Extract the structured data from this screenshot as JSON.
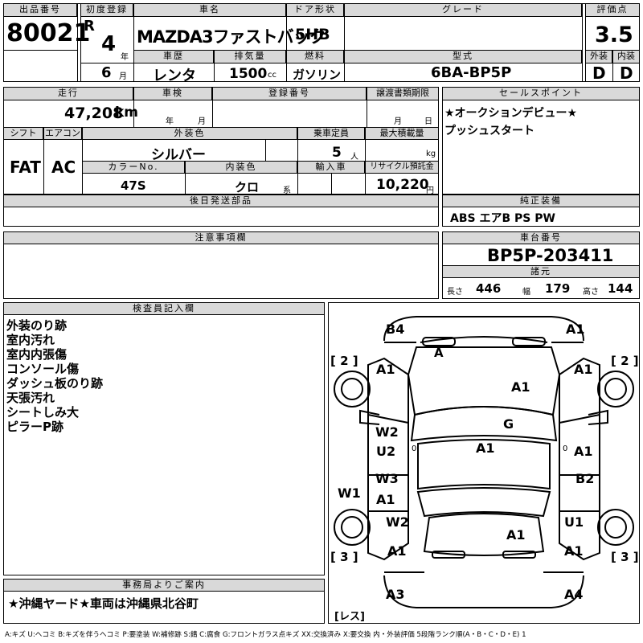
{
  "headers": {
    "lot_no": "出品番号",
    "first_reg": "初度登録",
    "car_name": "車名",
    "door": "ドア形状",
    "grade": "グレード",
    "score": "評価点",
    "history": "車歴",
    "displacement": "排気量",
    "fuel": "燃料",
    "model": "型式",
    "exterior": "外装",
    "interior": "内装",
    "mileage": "走行",
    "inspection": "車検",
    "reg_no": "登録番号",
    "transfer": "譲渡書類期限",
    "sales_point": "セールスポイント",
    "shift": "シフト",
    "aircon": "エアコン",
    "ext_color": "外装色",
    "capacity": "乗車定員",
    "max_load": "最大積載量",
    "color_no": "カラーNo.",
    "int_color": "内装色",
    "import": "輸入車",
    "recycle": "リサイクル預託金",
    "later_parts": "後日発送部品",
    "genuine": "純正装備",
    "notes": "注意事項欄",
    "chassis": "車台番号",
    "dimensions": "諸元",
    "inspector": "検査員記入欄",
    "office": "事務局よりご案内"
  },
  "values": {
    "lot_no": "80021",
    "era": "R",
    "year": "4",
    "year_unit": "年",
    "month": "6",
    "month_unit": "月",
    "car_name": "MAZDA3ファストバック",
    "door": "5HB",
    "grade": "",
    "score": "3.5",
    "history": "レンタ",
    "displacement": "1500",
    "cc": "cc",
    "fuel": "ガソリン",
    "model": "6BA-BP5P",
    "exterior": "D",
    "interior": "D",
    "mileage": "47,208",
    "km": "km",
    "insp_year": "年",
    "insp_month": "月",
    "transfer_month": "月",
    "transfer_day": "日",
    "shift": "FAT",
    "aircon": "AC",
    "ext_color": "シルバー",
    "capacity": "5",
    "capacity_unit": "人",
    "load_unit": "kg",
    "color_no": "47S",
    "int_color": "クロ",
    "int_suffix": "系",
    "recycle": "10,220",
    "recycle_unit": "円",
    "genuine": "ABS エアB PS PW",
    "chassis": "BP5P-203411",
    "len_label": "長さ",
    "length": "446",
    "wid_label": "幅",
    "width": "179",
    "hei_label": "高さ",
    "height": "144",
    "office_note": "★沖縄ヤード★車両は沖縄県北谷町"
  },
  "sales_points": [
    "★オークションデビュー★",
    "プッシュスタート"
  ],
  "inspector_notes": [
    "外装のり跡",
    "室内汚れ",
    "室内内張傷",
    "コンソール傷",
    "ダッシュ板のり跡",
    "天張汚れ",
    "シートしみ大",
    "ピラーP跡"
  ],
  "diagram": {
    "front_left": "B4",
    "front_right": "A1",
    "hood_left_small": "A",
    "bracket_left_top": "[ 2 ]",
    "bracket_right_top": "[ 2 ]",
    "front_fender_left": "A1",
    "front_fender_right": "A1",
    "hood": "A1",
    "windshield": "G",
    "roof": "A1",
    "door_fl_top": "W2",
    "door_fl_bottom": "U2",
    "door_fr": "A1",
    "door_rl_top": "W3",
    "door_rl_bottom": "A1",
    "door_rr": "B2",
    "side_left": "W1",
    "rear_fender_left_top": "W2",
    "rear_fender_right_top": "U1",
    "trunk": "A1",
    "rear_fender_left": "A1",
    "rear_fender_right": "A1",
    "bracket_left_bottom": "[ 3 ]",
    "bracket_right_bottom": "[ 3 ]",
    "rear_left": "A3",
    "rear_right": "A4",
    "spare": "[レス]",
    "zero_left": "0",
    "zero_right": "0"
  },
  "legend": "A:キズ U:ヘコミ B:キズを伴うヘコミ P:要塗装 W:補修跡 S:錆 C:腐食 G:フロントガラス点キズ XX:交換済み X:要交換 内・外装評価 5段階ランク順(A・B・C・D・E) 1"
}
